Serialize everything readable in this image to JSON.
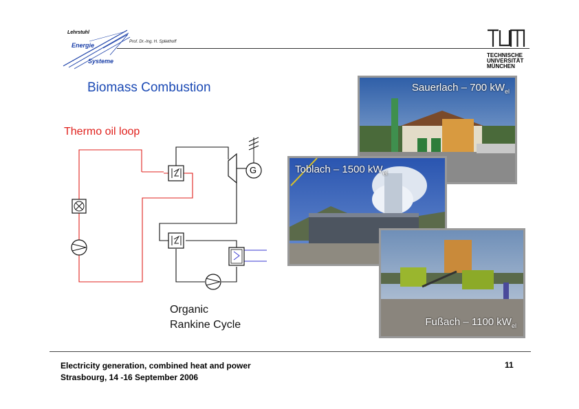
{
  "header": {
    "logo_lehrstuhl": "Lehrstuhl",
    "logo_energie": "Energie",
    "logo_systeme": "Systeme",
    "professor": "Prof. Dr.-Ing. H. Spliethoff",
    "tum_lines": [
      "TECHNISCHE",
      "UNIVERSITÄT",
      "MÜNCHEN"
    ]
  },
  "slide": {
    "title": "Biomass Combustion",
    "thermo_oil_label": "Thermo oil loop",
    "orc_label_line1": "Organic",
    "orc_label_line2": "Rankine Cycle",
    "generator_symbol": "G"
  },
  "photos": [
    {
      "name": "Sauerlach – 700 kW",
      "sub": "el"
    },
    {
      "name": "Toblach – 1500 kW",
      "sub": "el"
    },
    {
      "name": "Fußach – 1100 kW",
      "sub": "el"
    }
  ],
  "footer": {
    "line1": "Electricity generation, combined heat and power",
    "line2": "Strasbourg, 14 -16 September 2006",
    "page": "11"
  },
  "colors": {
    "title_blue": "#1a49b4",
    "loop_red": "#e0201c",
    "cooling_blue": "#3a3ad0"
  }
}
